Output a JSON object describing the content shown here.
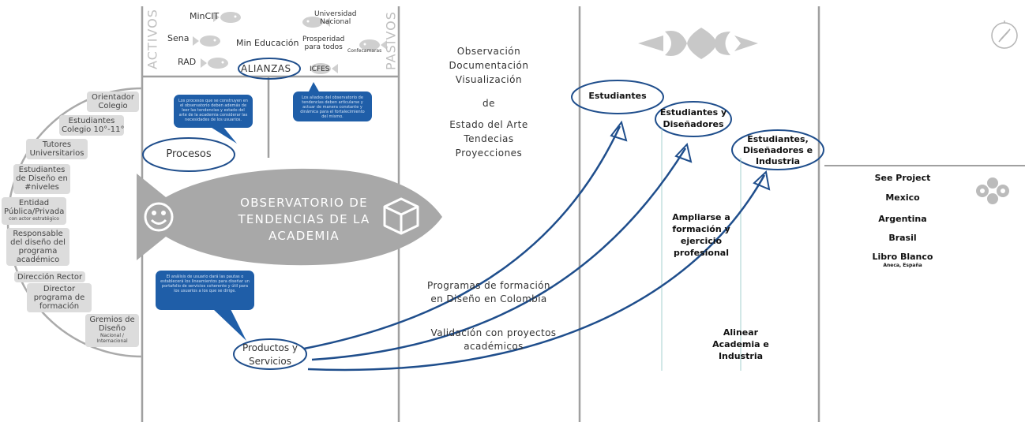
{
  "left_panel": {
    "activos_label": "ACTIVOS",
    "pasivos_label": "PASIVOS",
    "alliances_active": [
      "MinCIT",
      "Sena",
      "RAD"
    ],
    "min_educacion": "Min Educación",
    "universidad_nacional": "Universidad\nNacional",
    "prosperidad": "Prosperidad\npara todos",
    "confecamaras": "Confecamaras",
    "icfes": "ICFES",
    "alianzas": "ALIANZAS",
    "alianzas_bubble": "Los aliados del observatorio de tendencias deben articularse y actuar de manera constante y dinámica para el fortalecimiento del mismo.",
    "procesos": "Procesos",
    "procesos_bubble": "Los procesos que se construyen en el observatorio deben además de leer las tendencias y estado del arte de la academia considerar las necesidades de los usuarios.",
    "productos": "Productos y\nServicios",
    "productos_bubble": "El análisis de usuario dará las pautas o establecerá los lineamientos para diseñar un portafolio de servicios coherente y útil para los usuarios a los que se dirige.",
    "fish_title": "OBSERVATORIO DE\nTENDENCIAS DE LA\nACADEMIA",
    "users": [
      "Orientador\nColegio",
      "Estudiantes\nColegio 10°-11°",
      "Tutores\nUniversitarios",
      "Estudiantes\nde Diseño en\n#niveles",
      "Entidad\nPública/Privada",
      "Responsable\ndel diseño del\nprograma\nacadémico",
      "Dirección Rector",
      "Director\nprograma de\nformación",
      "Gremios de\nDiseño"
    ],
    "entidad_sub": "con actor estratégico",
    "gremios_sub": "Nacional /\nInternacional"
  },
  "middle_panel": {
    "top_text": [
      "Observación",
      "Documentación",
      "Visualización",
      "de",
      "Estado del Arte",
      "Tendecias",
      "Proyecciones"
    ],
    "programas": "Programas de formación\nen Diseño en Colombia",
    "validacion": "Validación con proyectos\nacadémicos"
  },
  "targets_panel": {
    "estudiantes": "Estudiantes",
    "estudiantes_disenadores": "Estudiantes y\nDiseñadores",
    "estudiantes_disenadores_industria": "Estudiantes,\nDiseñadores e\nIndustria",
    "ampliarse": "Ampliarse a\nformación y\nejercicio\nprofesional",
    "alinear": "Alinear\nAcademia e\nIndustria"
  },
  "right_panel": {
    "items": [
      "See Project",
      "Mexico",
      "Argentina",
      "Brasil",
      "Libro Blanco"
    ],
    "libro_sub": "Aneca, España"
  },
  "colors": {
    "navy": "#1f4e8c",
    "bubble": "#1f5ea8",
    "fish": "#a8a8a8",
    "divider": "#9a9a9a"
  }
}
